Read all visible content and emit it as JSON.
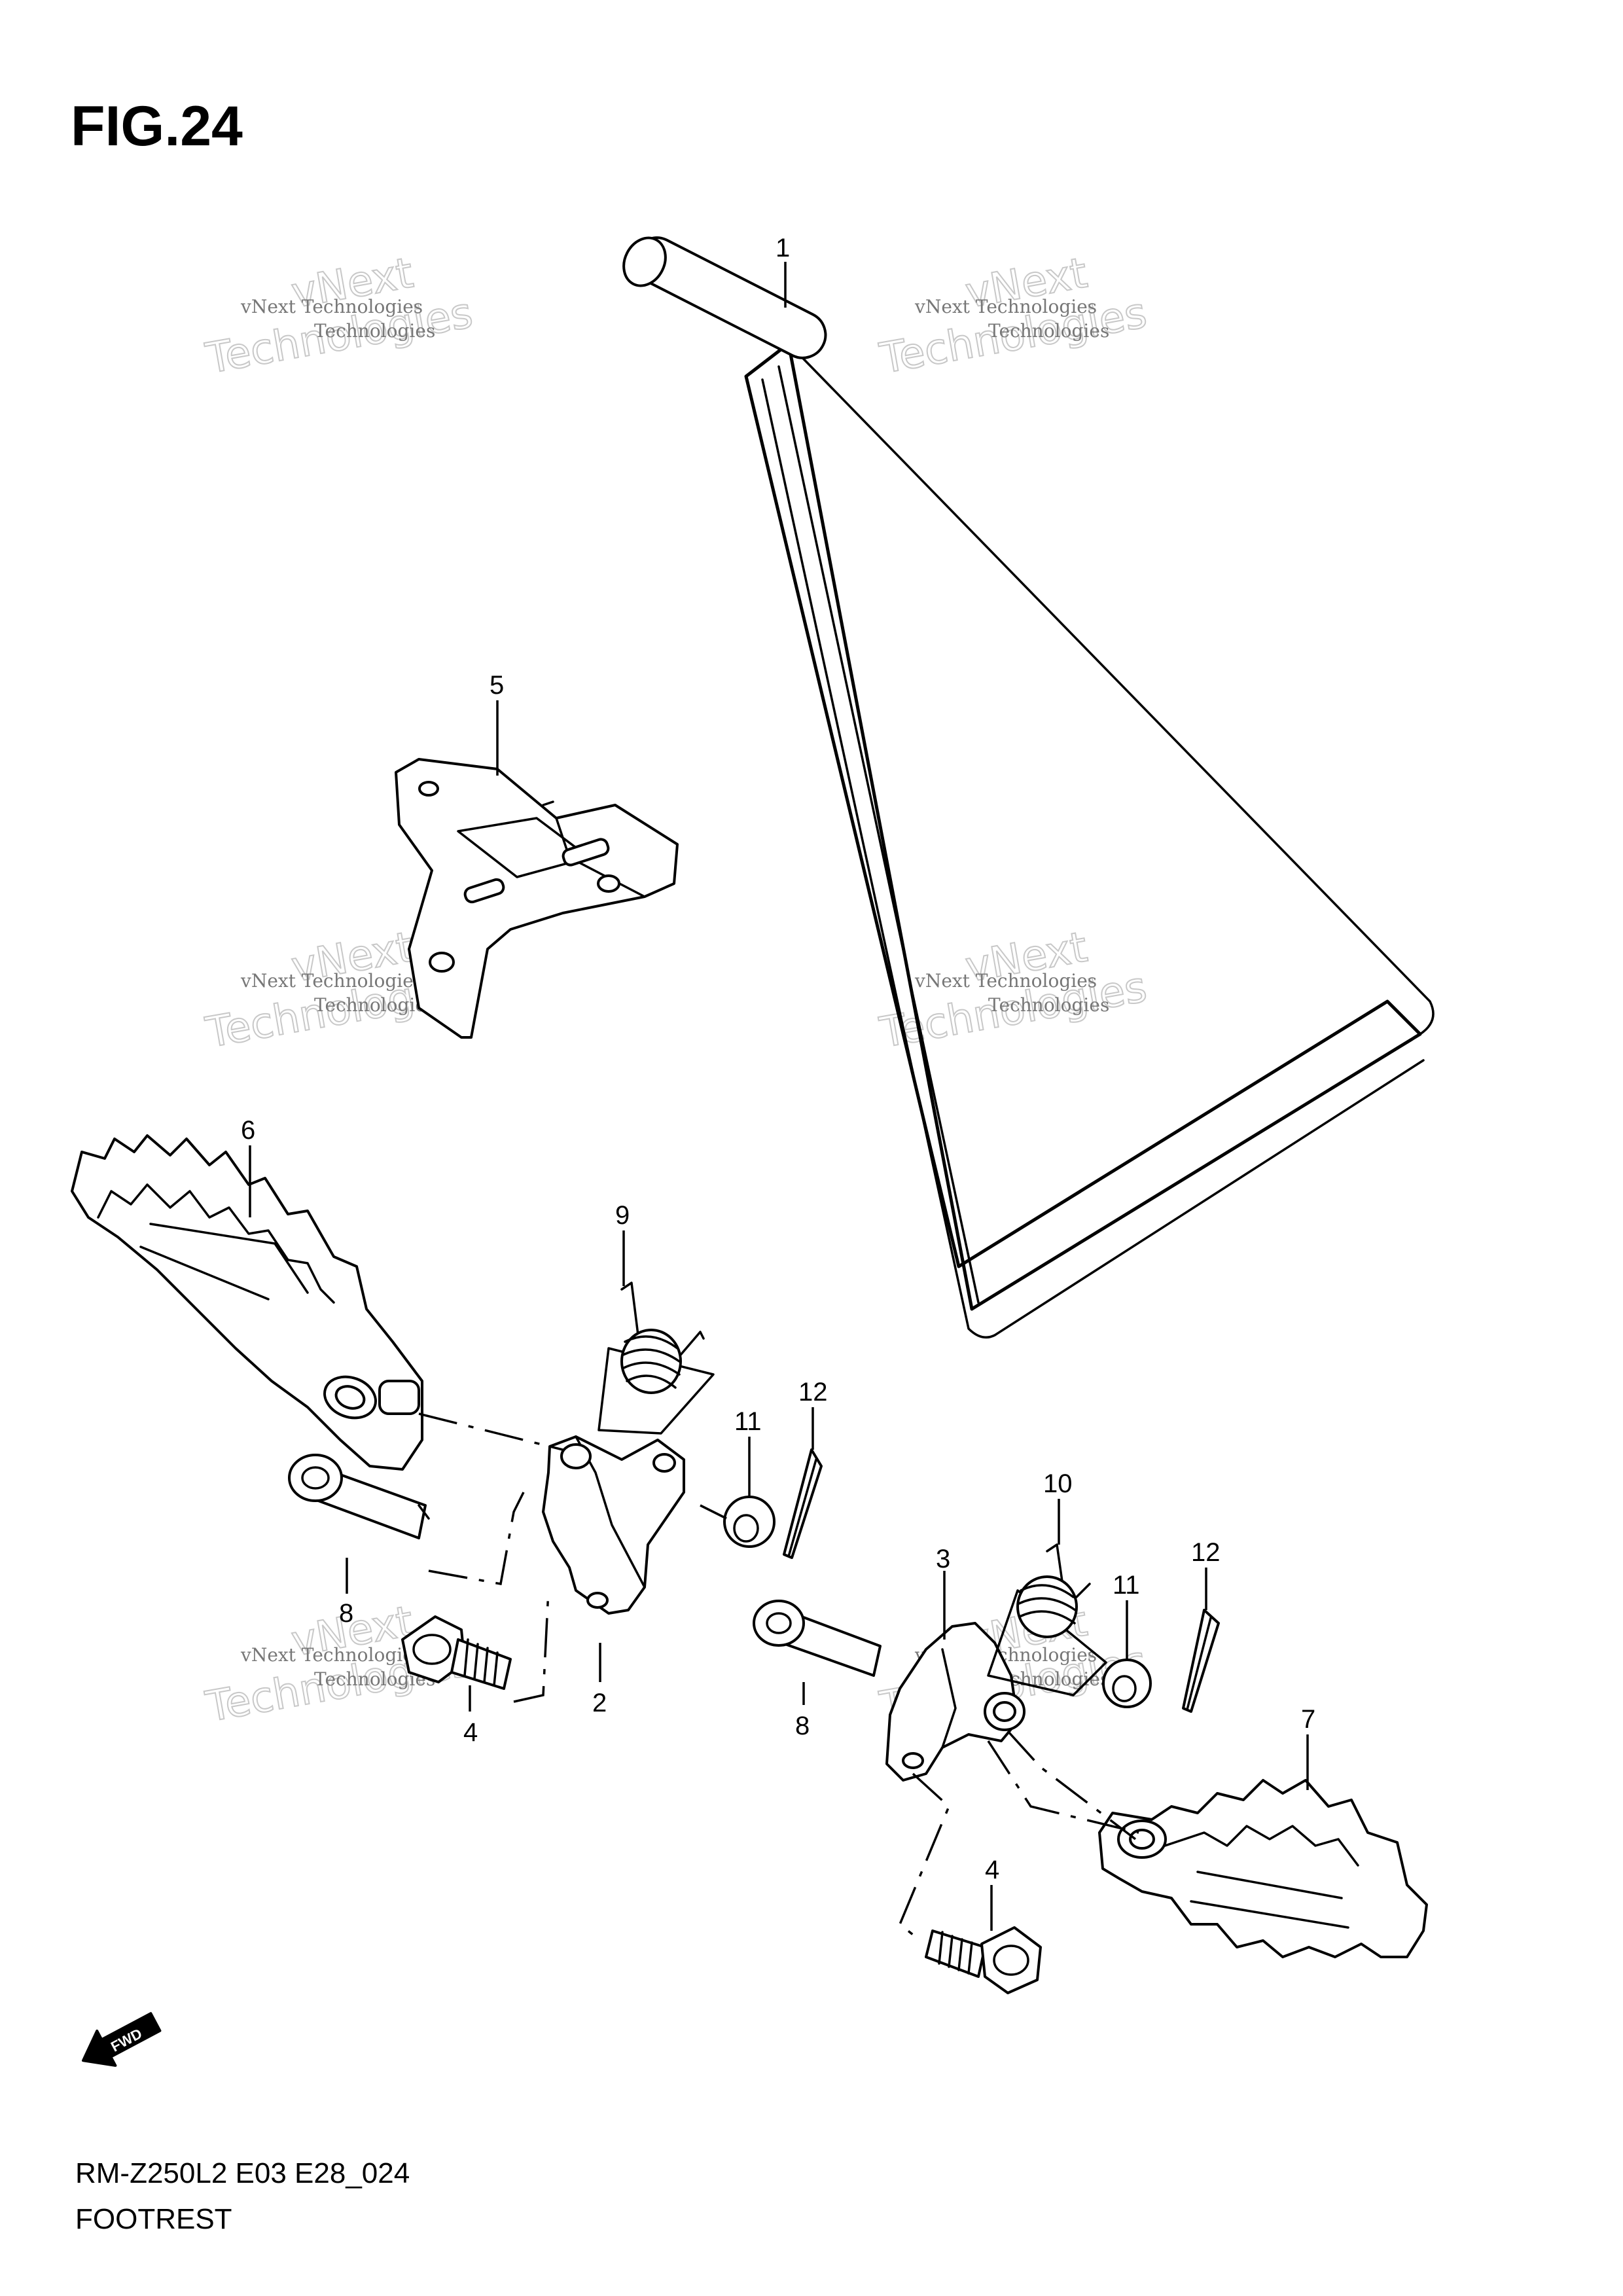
{
  "figure": {
    "title": "FIG.24"
  },
  "callouts": [
    {
      "id": "1",
      "label": "1"
    },
    {
      "id": "2",
      "label": "2"
    },
    {
      "id": "3",
      "label": "3"
    },
    {
      "id": "4a",
      "label": "4"
    },
    {
      "id": "4b",
      "label": "4"
    },
    {
      "id": "5",
      "label": "5"
    },
    {
      "id": "6",
      "label": "6"
    },
    {
      "id": "7",
      "label": "7"
    },
    {
      "id": "8a",
      "label": "8"
    },
    {
      "id": "8b",
      "label": "8"
    },
    {
      "id": "9",
      "label": "9"
    },
    {
      "id": "10",
      "label": "10"
    },
    {
      "id": "11a",
      "label": "11"
    },
    {
      "id": "11b",
      "label": "11"
    },
    {
      "id": "12a",
      "label": "12"
    },
    {
      "id": "12b",
      "label": "12"
    }
  ],
  "watermark": {
    "line1": "vNext Technologies",
    "line2": "vNext",
    "line3": "Technologies"
  },
  "direction_badge": {
    "label": "FWD"
  },
  "footer": {
    "code": "RM-Z250L2 E03 E28_024",
    "section": "FOOTREST"
  }
}
